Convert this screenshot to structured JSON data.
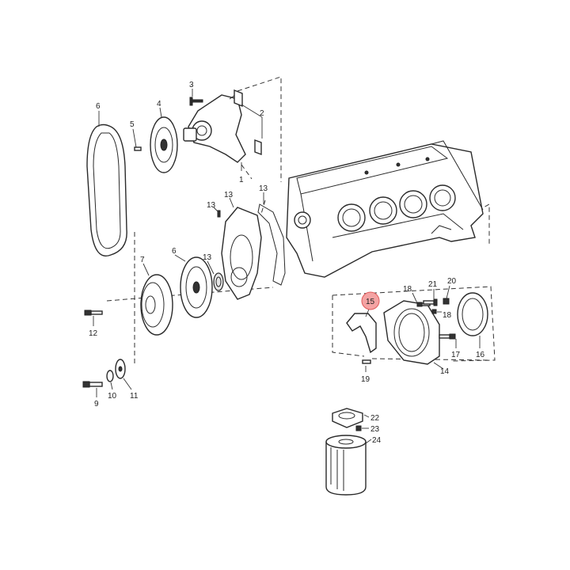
{
  "callouts": {
    "p1": "1",
    "p2": "2",
    "p3": "3",
    "p4": "4",
    "p5": "5",
    "p6_belt": "6",
    "p13_bolt": "13",
    "p13_cover": "13",
    "p13_gasket": "13",
    "p13_seal": "13",
    "p6_damper": "6",
    "p7": "7",
    "p12": "12",
    "p9": "9",
    "p10": "10",
    "p11": "11",
    "p18a": "18",
    "p21": "21",
    "p20": "20",
    "p18b": "18",
    "p15": "15",
    "p16": "16",
    "p17": "17",
    "p14": "14",
    "p19": "19",
    "p22": "22",
    "p23": "23",
    "p24": "24"
  },
  "highlight": {
    "callout": "15",
    "color": "#f4a3a3",
    "ring_color": "#e05a5a"
  }
}
